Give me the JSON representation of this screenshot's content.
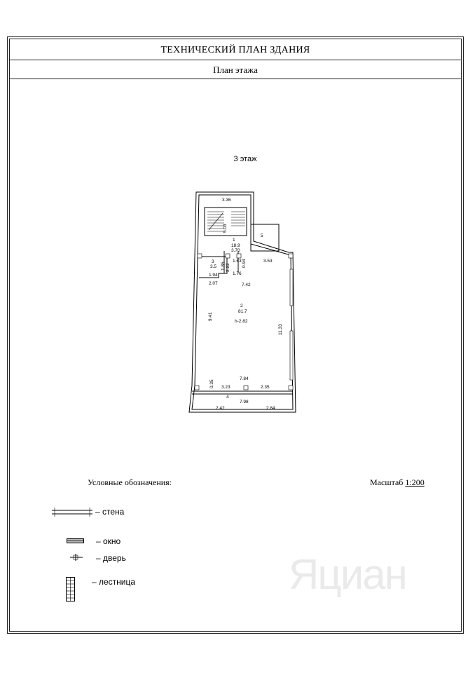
{
  "header": {
    "title": "ТЕХНИЧЕСКИЙ ПЛАН ЗДАНИЯ",
    "subtitle": "План этажа"
  },
  "floor_label": "3 этаж",
  "plan": {
    "rooms": [
      {
        "id": "1",
        "area": "18.9"
      },
      {
        "id": "2",
        "area": "81.7",
        "height": "h-2.82"
      },
      {
        "id": "3",
        "area": "3.5"
      },
      {
        "id": "4"
      },
      {
        "id": "5"
      }
    ],
    "dimensions": [
      "3.36",
      "5.03",
      "3.70",
      "1.63",
      "1.85",
      "2.22",
      "1.94",
      "1.76",
      "0.94",
      "3.53",
      "2.07",
      "7.42",
      "9.41",
      "11.33",
      "7.84",
      "0.35",
      "3.23",
      "2.35",
      "7.98",
      "2.42",
      "2.84"
    ]
  },
  "legend": {
    "title": "Условные обозначения:",
    "scale_label": "Масштаб",
    "scale_value": "1:200",
    "items": [
      {
        "icon": "wall-icon",
        "label": "– стена"
      },
      {
        "icon": "window-icon",
        "label": "– окно"
      },
      {
        "icon": "door-icon",
        "label": "– дверь"
      },
      {
        "icon": "stairs-icon",
        "label": "– лестница"
      }
    ]
  },
  "watermark": "Яциан"
}
